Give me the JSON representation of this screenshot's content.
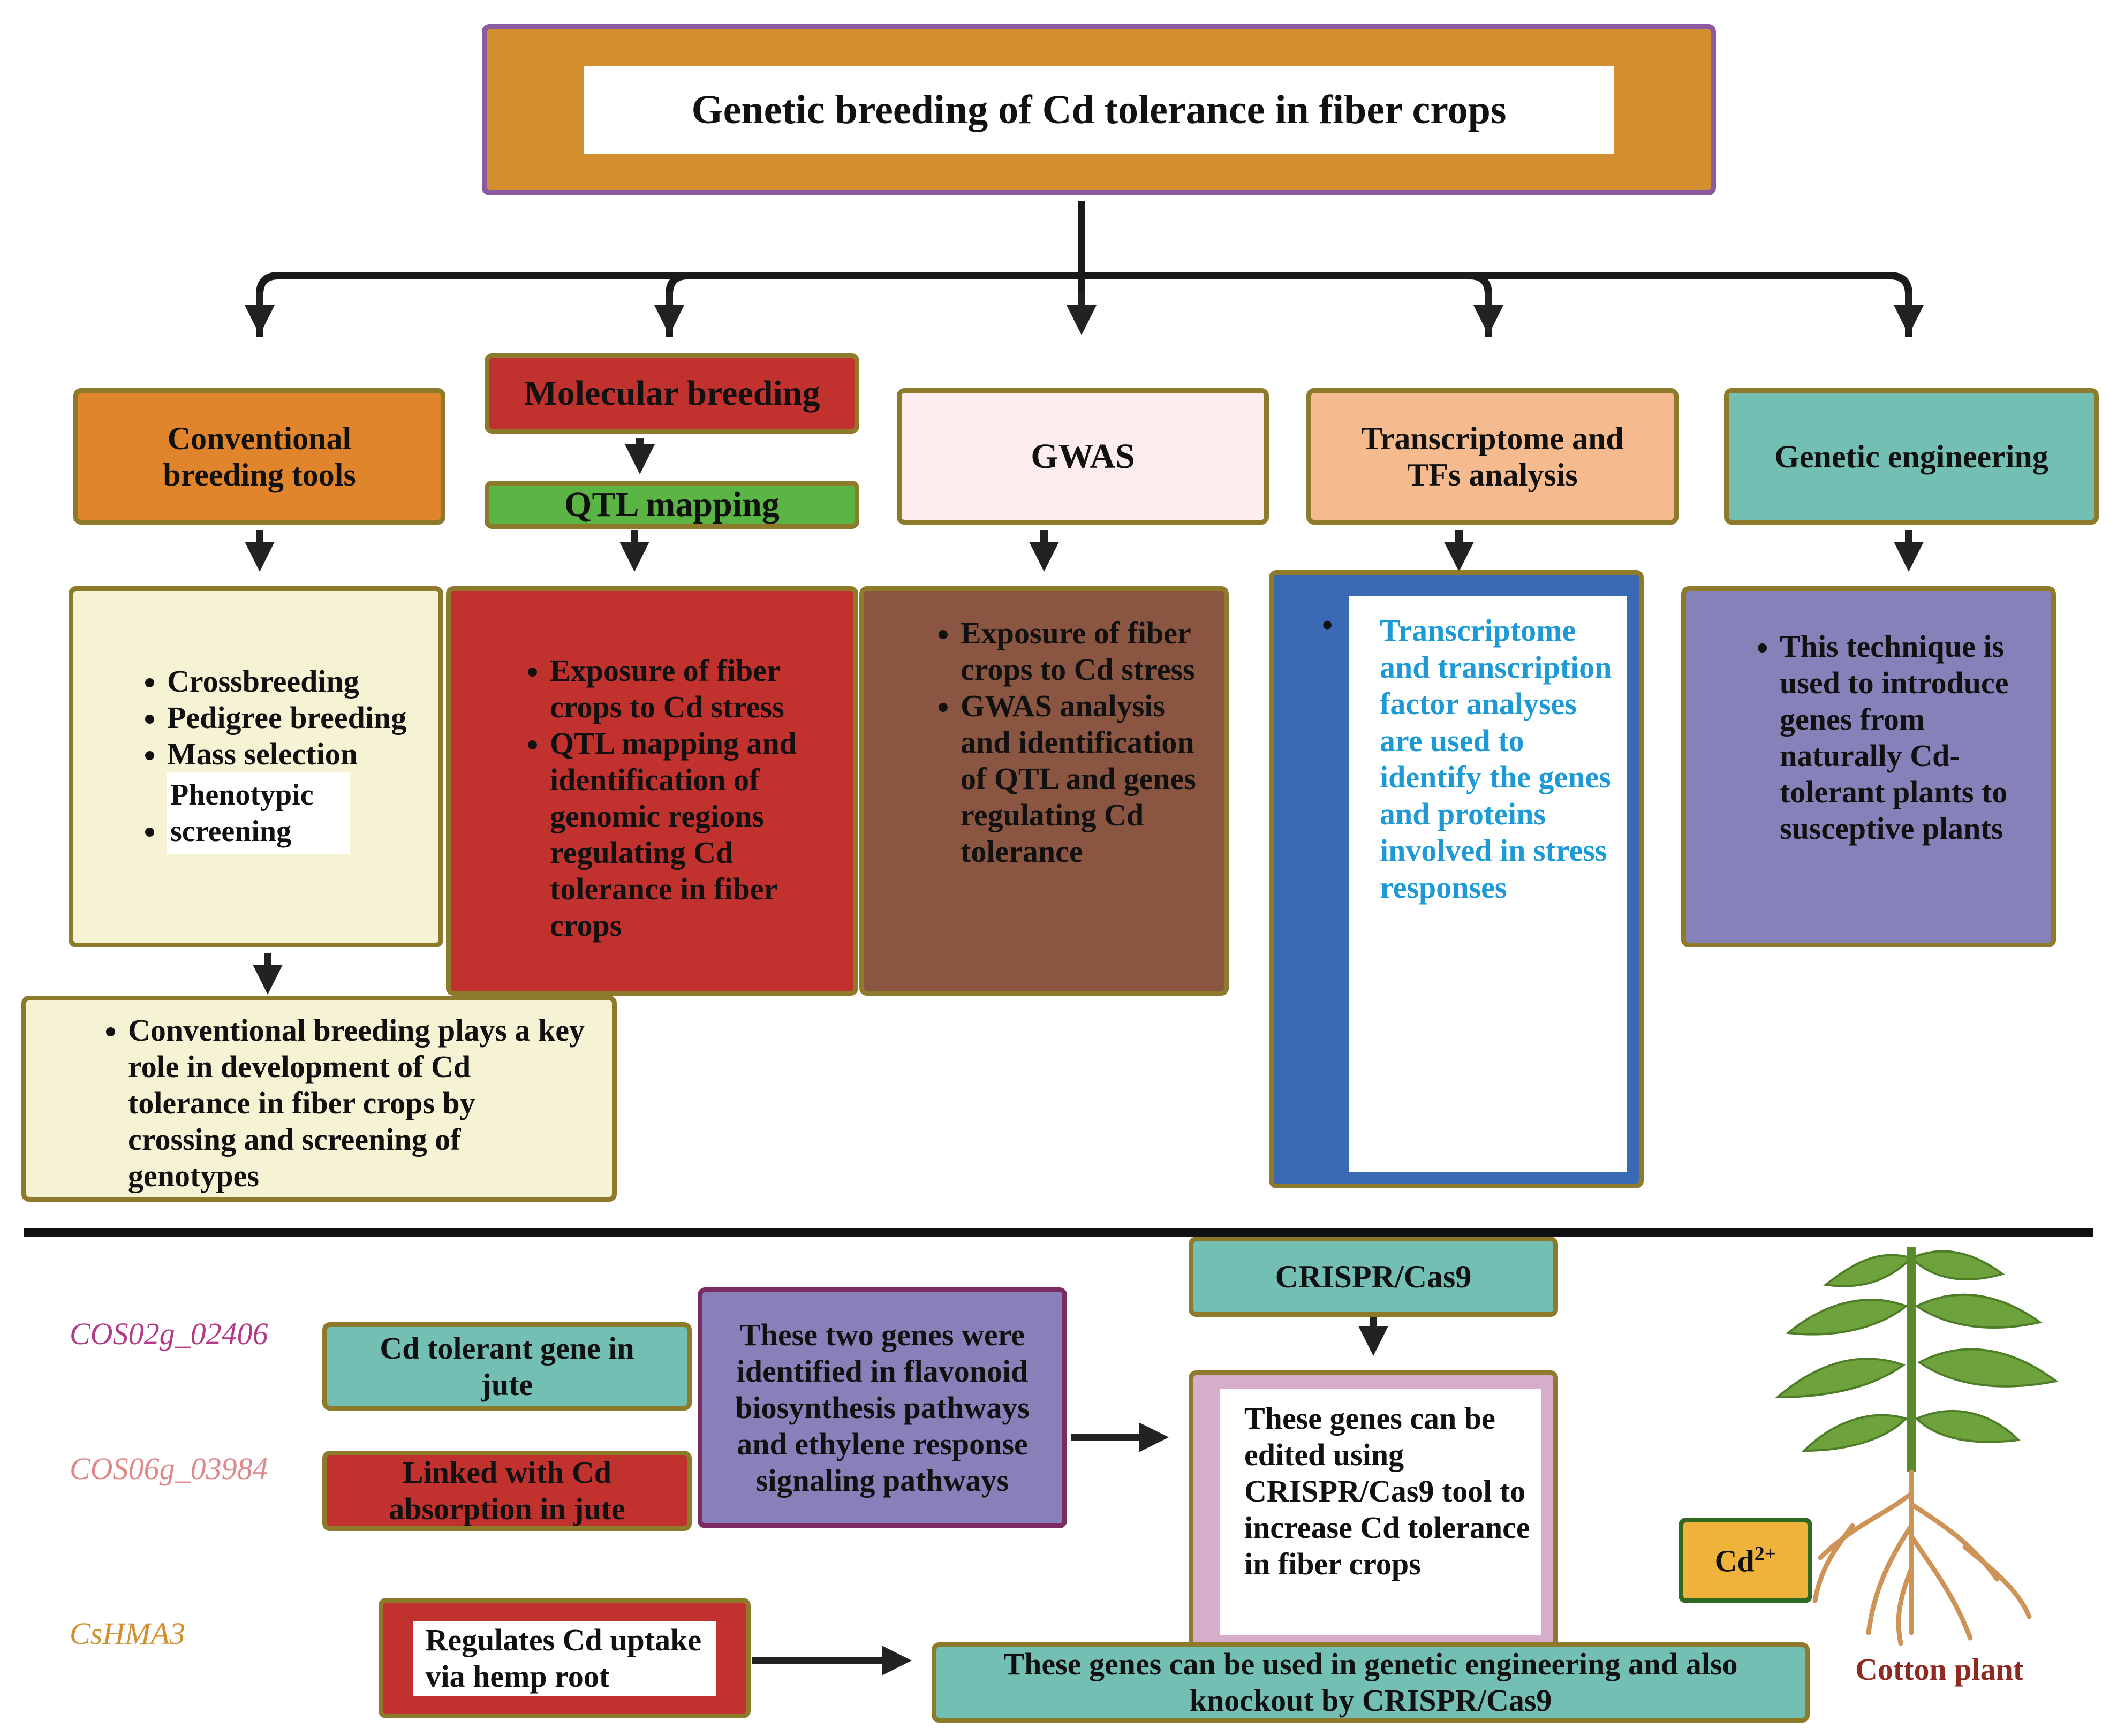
{
  "title": "Genetic breeding of Cd tolerance in fiber crops",
  "colors": {
    "title_box": "#d38f2f",
    "title_border": "#8b5aa3",
    "conventional": "#e0852c",
    "conventional_body": "#f6f2d4",
    "molecular": "#c1322f",
    "qtl": "#5bb545",
    "gwas_head": "#fdeeed",
    "gwas_body": "#8a5641",
    "transcriptome_head": "#f5bb8f",
    "transcriptome_frame": "#3a6ab4",
    "transcriptome_text": "#1d9ad6",
    "genetic_engineering": "#74bfb4",
    "ge_body": "#8681b8",
    "flavonoid_box": "#8780b9",
    "crispr_body": "#d7adcc",
    "cd_ion": "#efb33c"
  },
  "methods": [
    {
      "id": "conventional",
      "label": "Conventional breeding tools"
    },
    {
      "id": "molecular",
      "label": "Molecular breeding"
    },
    {
      "id": "gwas",
      "label": "GWAS"
    },
    {
      "id": "transcriptome",
      "label": "Transcriptome  and TFs analysis"
    },
    {
      "id": "genetic_engineering",
      "label": "Genetic engineering"
    }
  ],
  "qtl_label": "QTL mapping",
  "conventional_items": [
    "Crossbreeding",
    "Pedigree breeding",
    "Mass selection",
    "Phenotypic screening"
  ],
  "conventional_note": "Conventional breeding plays a key role in development of Cd tolerance in fiber crops by crossing and screening of genotypes",
  "molecular_items": [
    "Exposure of fiber crops to Cd stress",
    "QTL mapping and identification of genomic regions regulating Cd tolerance in fiber crops"
  ],
  "gwas_items": [
    "Exposure of fiber crops to Cd stress",
    "GWAS analysis  and identification of QTL and genes regulating Cd tolerance"
  ],
  "transcriptome_text": "Transcriptome and transcription factor analyses are used to identify the genes and proteins involved in stress responses",
  "ge_text": "This technique is used to introduce genes from naturally Cd-tolerant plants to susceptive plants",
  "genes": [
    {
      "name": "COS02g_02406",
      "color": "#b33a86",
      "description": "Cd tolerant gene in jute"
    },
    {
      "name": "COS06g_03984",
      "color": "#e0878a",
      "description": "Linked with Cd absorption in jute"
    },
    {
      "name": "CsHMA3",
      "color": "#d38f2f",
      "description": "Regulates Cd uptake via hemp root"
    }
  ],
  "flavonoid_text": "These two genes were identified in flavonoid biosynthesis pathways and ethylene response signaling pathways",
  "crispr_label": "CRISPR/Cas9",
  "crispr_text": "These genes can be edited using CRISPR/Cas9 tool to increase Cd tolerance in fiber crops",
  "ge_knockout_text": "These genes can be used in genetic engineering and also knockout by CRISPR/Cas9",
  "cd_ion": {
    "base": "Cd",
    "sup": "2+"
  },
  "plant_label": "Cotton plant"
}
